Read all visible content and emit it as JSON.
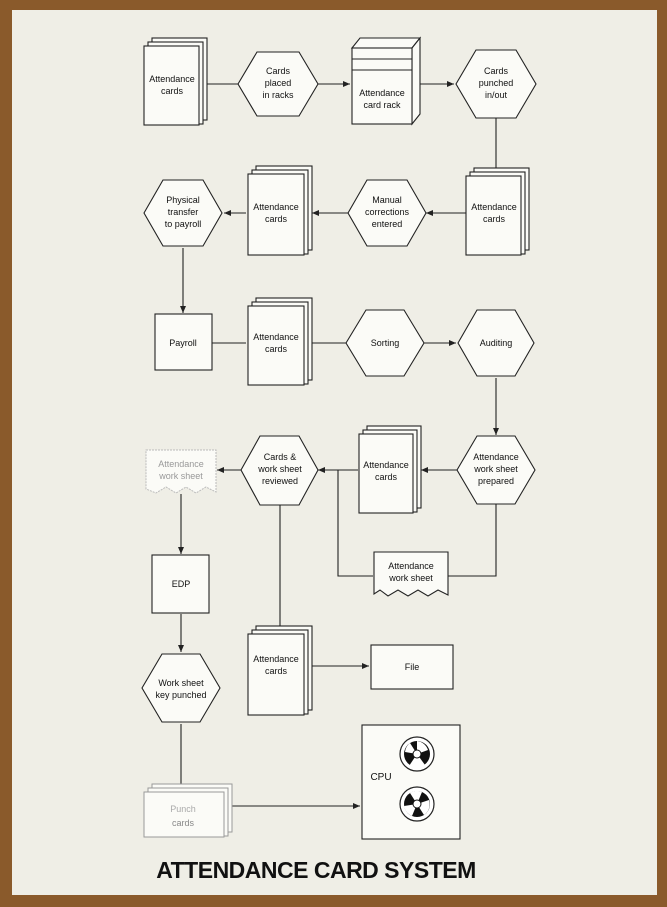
{
  "title": "ATTENDANCE CARD SYSTEM",
  "nodes": {
    "att_cards_1": [
      "Attendance",
      "cards"
    ],
    "cards_placed": [
      "Cards",
      "placed",
      "in racks"
    ],
    "card_rack": [
      "Attendance",
      "card rack"
    ],
    "cards_punched": [
      "Cards",
      "punched",
      "in/out"
    ],
    "att_cards_2": [
      "Attendance",
      "cards"
    ],
    "manual_corr": [
      "Manual",
      "corrections",
      "entered"
    ],
    "att_cards_3": [
      "Attendance",
      "cards"
    ],
    "physical_transfer": [
      "Physical",
      "transfer",
      "to payroll"
    ],
    "payroll": [
      "Payroll"
    ],
    "att_cards_4": [
      "Attendance",
      "cards"
    ],
    "sorting": [
      "Sorting"
    ],
    "auditing": [
      "Auditing"
    ],
    "ws_prepared": [
      "Attendance",
      "work sheet",
      "prepared"
    ],
    "att_cards_5": [
      "Attendance",
      "cards"
    ],
    "att_ws_doc": [
      "Attendance",
      "work sheet"
    ],
    "reviewed": [
      "Cards &",
      "work sheet",
      "reviewed"
    ],
    "att_ws_left": [
      "Attendance",
      "work sheet"
    ],
    "edp": [
      "EDP"
    ],
    "key_punched": [
      "Work sheet",
      "key punched"
    ],
    "att_cards_6": [
      "Attendance",
      "cards"
    ],
    "file": [
      "File"
    ],
    "punch_cards": [
      "Punch",
      "cards"
    ],
    "cpu": [
      "CPU"
    ]
  }
}
